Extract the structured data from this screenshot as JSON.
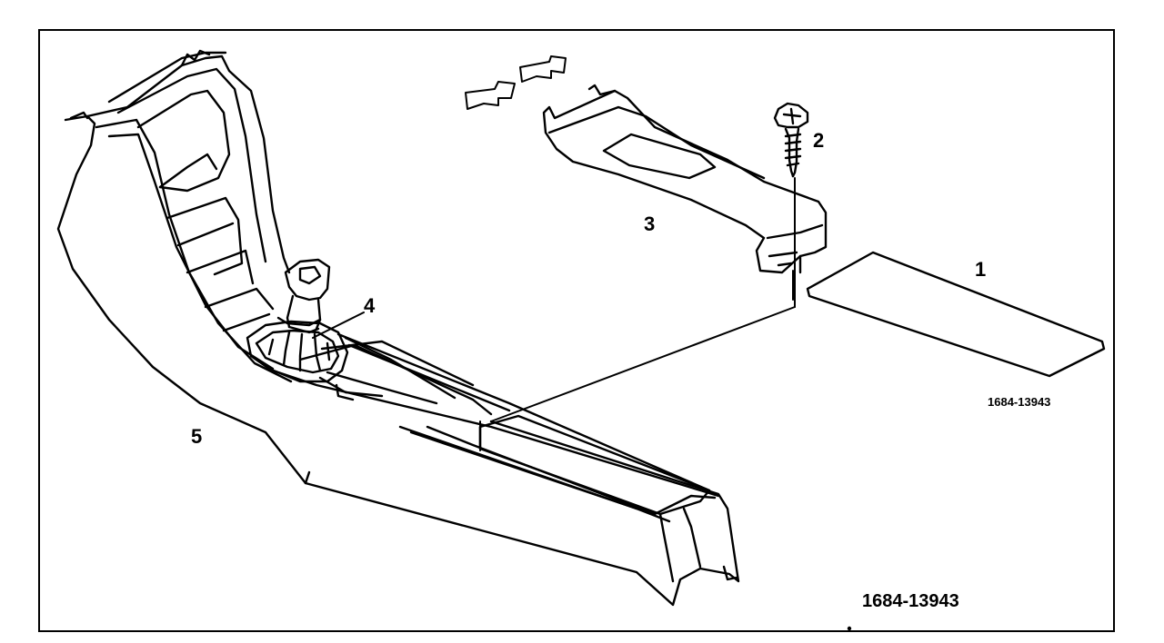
{
  "diagram": {
    "callouts": {
      "c1": "1",
      "c2": "2",
      "c3": "3",
      "c4": "4",
      "c5": "5"
    },
    "figure_code_small": "1684-13943",
    "figure_code": "1684-13943"
  },
  "colors": {
    "ink": "#000000",
    "paper": "#ffffff"
  }
}
